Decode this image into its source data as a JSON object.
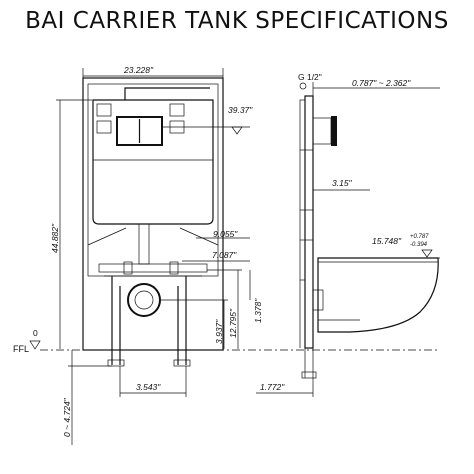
{
  "title": "BAI CARRIER TANK SPECIFICATIONS",
  "front": {
    "width_dim": "23.228\"",
    "height_dim": "44.882\"",
    "button_height_dim": "39.37\"",
    "dim_9055": "9.055\"",
    "dim_7087": "7.087\"",
    "dim_3937": "3.937\"",
    "dim_12795": "12.795\"",
    "dim_1378": "1.378\"",
    "dim_3543": "3.543\"",
    "dim_leg": "0 ~ 4.724\"",
    "ffl_label": "FFL",
    "ffl_zero": "0"
  },
  "side": {
    "depth_top": "0.787\" ~ 2.362\"",
    "small_top": "G 1/2\"",
    "dim_315": "3.15\"",
    "dim_1772": "1.772\"",
    "bowl_height_main": "15.748\"",
    "bowl_height_plus": "+0.787",
    "bowl_height_minus": "-0.394"
  },
  "colors": {
    "line": "#111111",
    "background": "#ffffff"
  }
}
